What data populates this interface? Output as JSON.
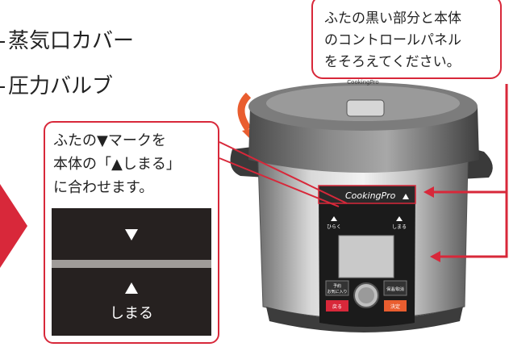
{
  "left_labels": [
    {
      "text": "蒸気口カバー"
    },
    {
      "text": "圧力バルブ"
    }
  ],
  "instruction": {
    "lines": [
      "ふたの黒い部分と本体",
      "のコントロールパネル",
      "をそろえてください。"
    ]
  },
  "callout": {
    "lines": [
      "ふたの▼マークを",
      "本体の「▲しまる」",
      "に合わせます。"
    ],
    "panel_close_label": "しまる"
  },
  "cooker": {
    "brand": "CookingPro",
    "panel_left_mark": "ひらく",
    "panel_right_mark": "しまる",
    "btn_top_left_top": "予約",
    "btn_top_left_bottom": "お気に入り",
    "btn_top_right": "保温/取消",
    "btn_bottom_left": "戻る",
    "btn_bottom_right": "決定"
  },
  "colors": {
    "accent": "#d8283a"
  }
}
